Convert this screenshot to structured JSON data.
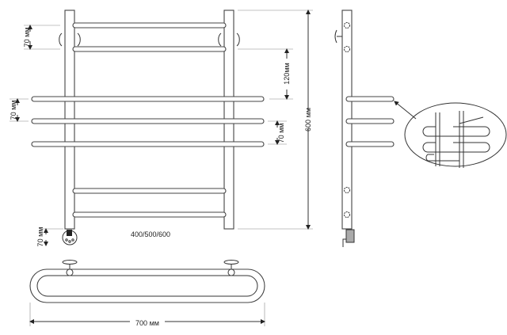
{
  "dimensions": {
    "top_rail_spacing": "70 мм",
    "upper_gap": "120мм",
    "left_shelf_spacing": "70 мм",
    "right_shelf_spacing": "70 мм",
    "height": "600 мм",
    "widths": "400/500/600",
    "valve_offset": "70 мм",
    "total_width": "700 мм"
  },
  "colors": {
    "line": "#333333",
    "background": "#ffffff"
  }
}
